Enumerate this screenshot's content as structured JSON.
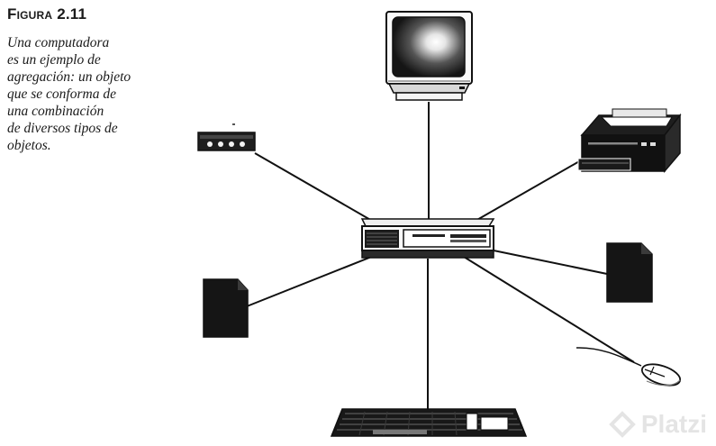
{
  "figure": {
    "label_prefix": "Figura",
    "label_number": "2.11",
    "caption_lines": [
      "Una computadora",
      "es un ejemplo de",
      "agregación: un objeto",
      "que se conforma de",
      "una combinación",
      "de diversos tipos de",
      "objetos."
    ]
  },
  "diagram": {
    "center": "computer-case",
    "components": [
      "monitor",
      "modem",
      "printer",
      "left-speaker",
      "right-speaker",
      "mouse",
      "keyboard"
    ]
  },
  "watermark": {
    "text": "Platzi"
  }
}
